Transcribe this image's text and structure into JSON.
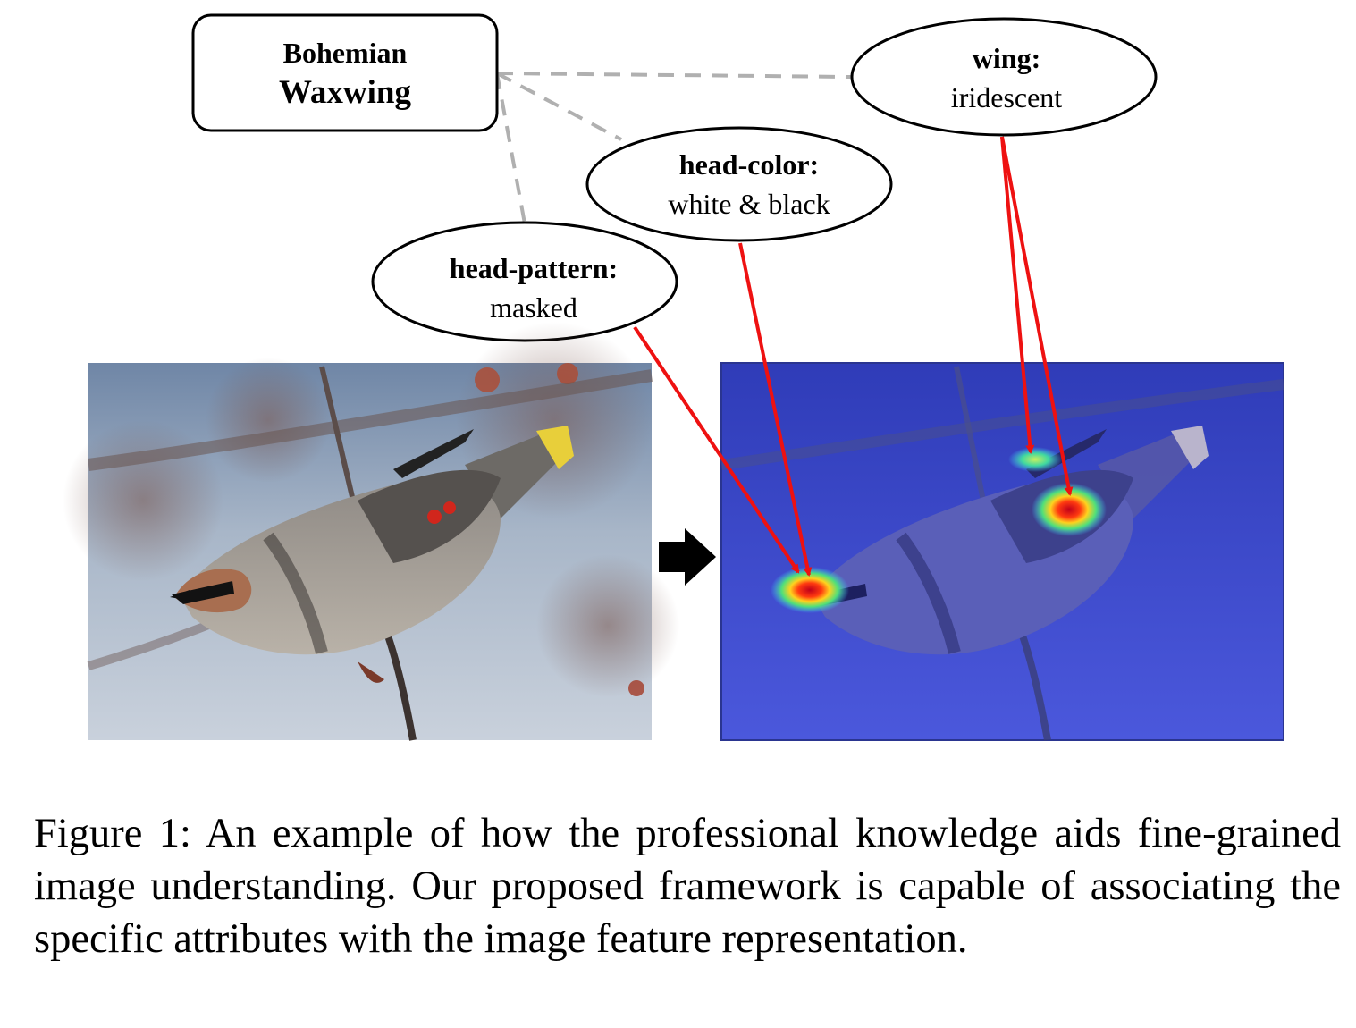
{
  "class_node": {
    "line1": "Bohemian",
    "line2": "Waxwing"
  },
  "attributes": {
    "wing": {
      "name": "wing:",
      "value": "iridescent"
    },
    "head_color": {
      "name": "head-color:",
      "value": "white & black"
    },
    "head_pattern": {
      "name": "head-pattern:",
      "value": "masked"
    }
  },
  "colors": {
    "link_dashed": "#b0b0b0",
    "attention_arrow": "#ee1111",
    "heatmap_overlay": "#3a46d8"
  },
  "images": {
    "input": "bird-photo",
    "output": "attention-heatmap"
  },
  "caption": {
    "label": "Figure 1:",
    "text": "An example of how the professional knowledge aids fine-grained image understanding. Our proposed framework is capable of associating the specific attributes with the image feature representation."
  }
}
